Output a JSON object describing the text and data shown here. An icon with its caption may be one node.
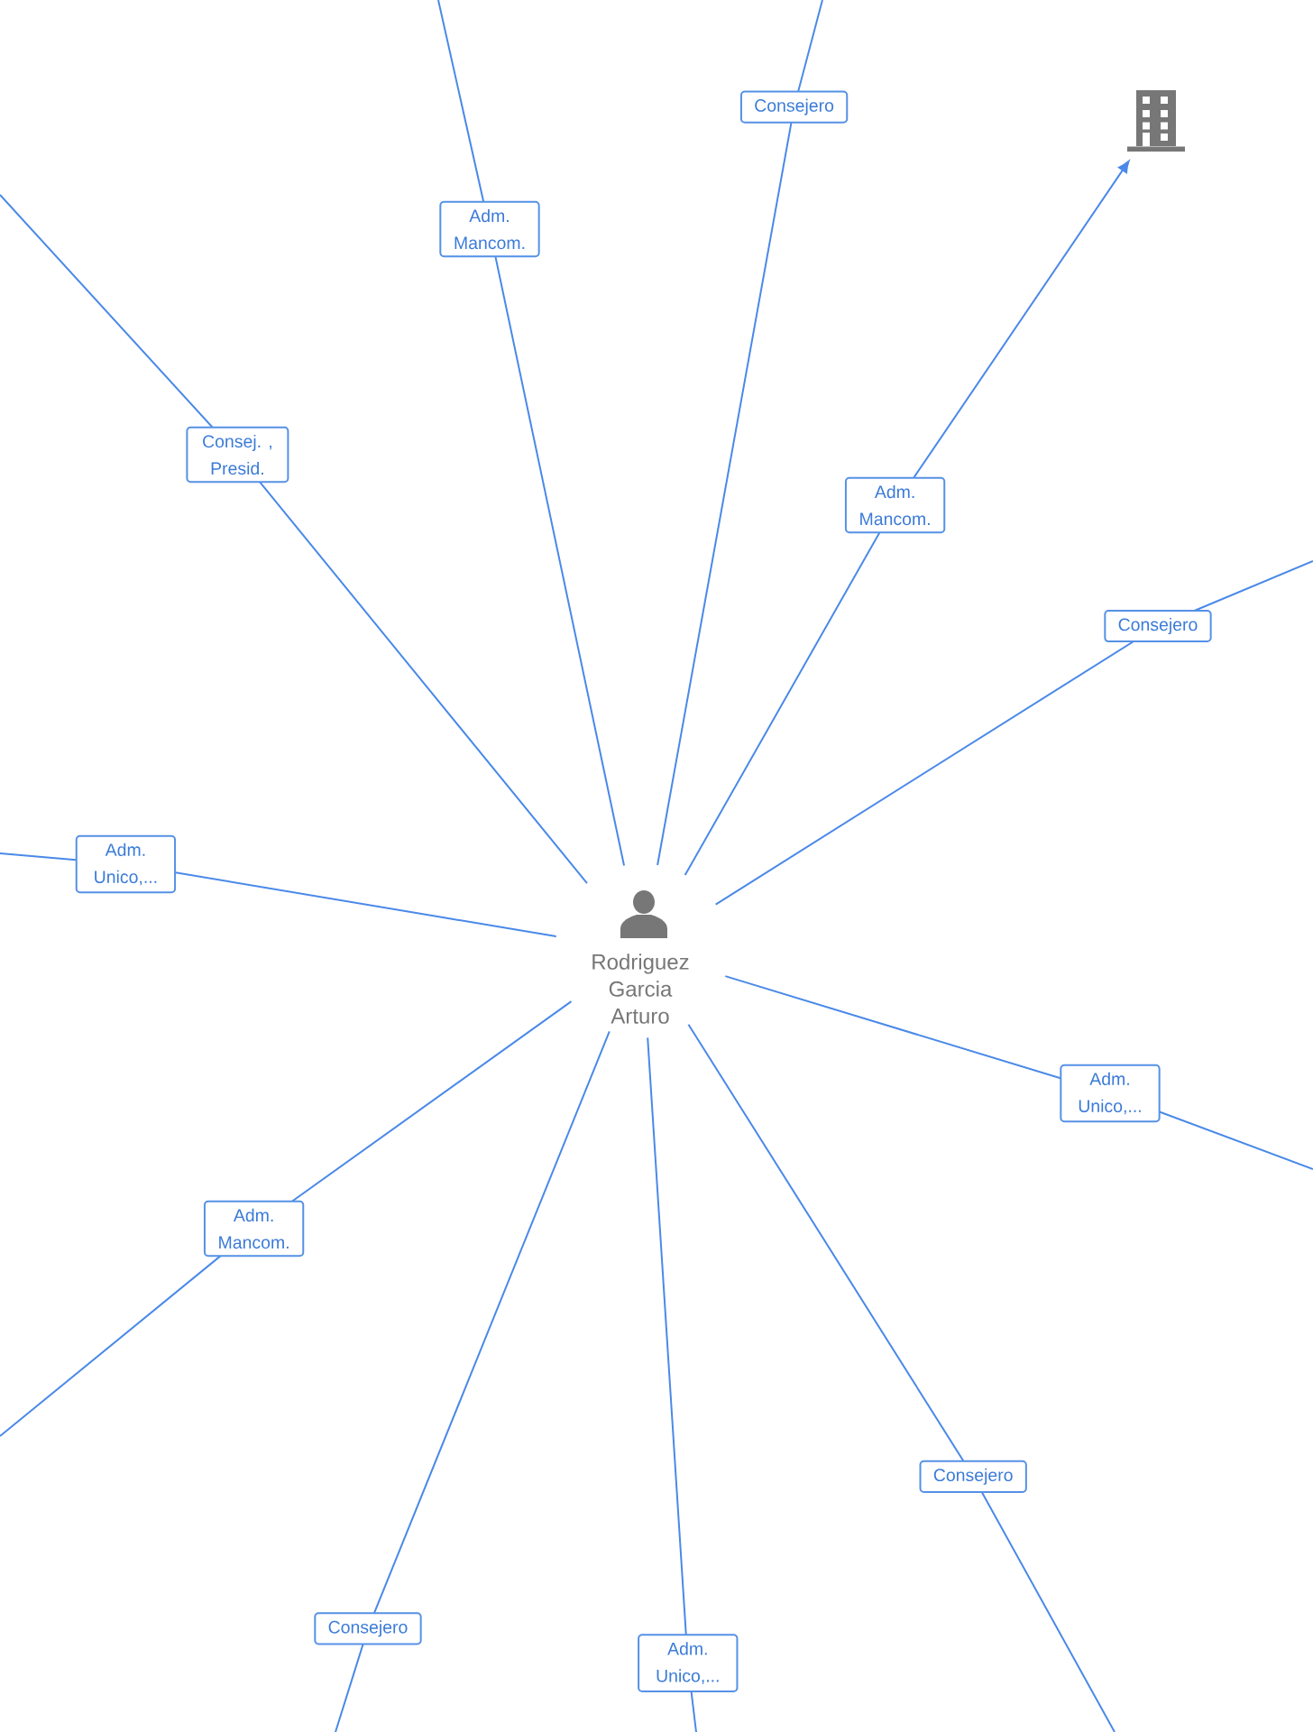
{
  "diagram": {
    "nodes": [
      {
        "text": [
          "Rodriguez Garcia Arturo"
        ]
      },
      {
        "text": [],
        "shape": "building"
      }
    ],
    "edges": [
      {
        "from": 0,
        "to": null,
        "arrow": "none",
        "label": "Consejero"
      },
      {
        "from": 0,
        "to": null,
        "arrow": "none",
        "label": "Adm. Mancom."
      },
      {
        "from": 0,
        "to": null,
        "arrow": "none",
        "label": "Consej. , Presid."
      },
      {
        "from": 0,
        "to": 1,
        "arrow": "to",
        "label": "Adm. Mancom."
      },
      {
        "from": 0,
        "to": null,
        "arrow": "none",
        "label": "Consejero"
      },
      {
        "from": 0,
        "to": null,
        "arrow": "none",
        "label": "Adm. Unico,..."
      },
      {
        "from": 0,
        "to": null,
        "arrow": "none",
        "label": "Adm. Unico,..."
      },
      {
        "from": 0,
        "to": null,
        "arrow": "none",
        "label": "Adm. Mancom."
      },
      {
        "from": 0,
        "to": null,
        "arrow": "none",
        "label": "Consejero"
      },
      {
        "from": 0,
        "to": null,
        "arrow": "none",
        "label": "Consejero"
      },
      {
        "from": 0,
        "to": null,
        "arrow": "none",
        "label": "Adm. Unico,..."
      }
    ]
  }
}
